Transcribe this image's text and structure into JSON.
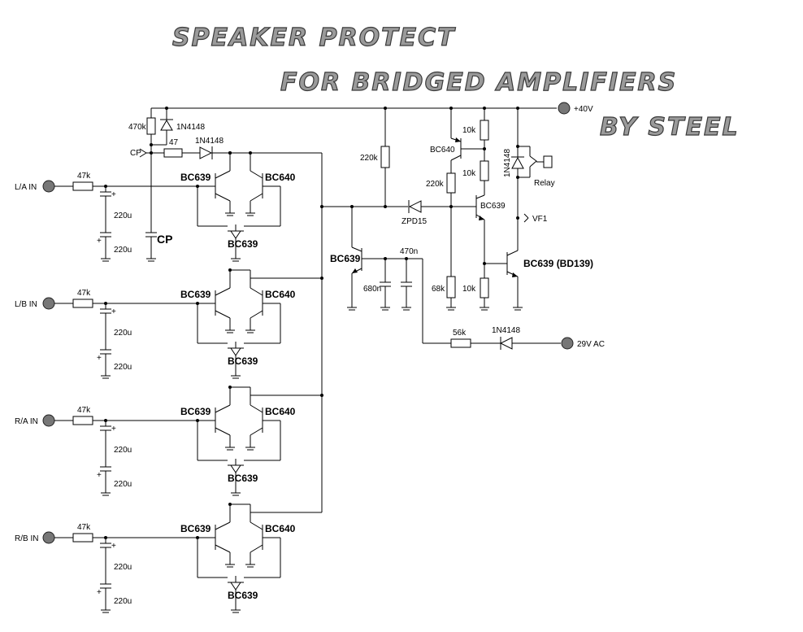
{
  "title": {
    "line1": "SPEAKER PROTECT",
    "line2": "FOR BRIDGED AMPLIFIERS",
    "line3": "BY STEEL"
  },
  "power": {
    "plus40": "+40V",
    "ac29": "29V AC"
  },
  "components": {
    "r470k": "470k",
    "d_top": "1N4148",
    "cp_pin": "CP",
    "r47": "47",
    "d_cp": "1N4148",
    "cp_cap": "CP",
    "r220k_a": "220k",
    "r220k_b": "220k",
    "q_bc640": "BC640",
    "r10k_1": "10k",
    "r10k_2": "10k",
    "r10k_3": "10k",
    "d_relay": "1N4148",
    "relay": "Relay",
    "zener": "ZPD15",
    "q_bc639_mid": "BC639",
    "vf1": "VF1",
    "q_bc639_left": "BC639",
    "r470n": "470n",
    "c680n": "680n",
    "r68k": "68k",
    "q_driver": "BC639 (BD139)",
    "r56k": "56k",
    "d_ac": "1N4148"
  },
  "channels": [
    {
      "input": "L/A IN",
      "r": "47k",
      "c1": "220u",
      "c2": "220u",
      "q1": "BC639",
      "q2": "BC640",
      "q3": "BC639"
    },
    {
      "input": "L/B IN",
      "r": "47k",
      "c1": "220u",
      "c2": "220u",
      "q1": "BC639",
      "q2": "BC640",
      "q3": "BC639"
    },
    {
      "input": "R/A IN",
      "r": "47k",
      "c1": "220u",
      "c2": "220u",
      "q1": "BC639",
      "q2": "BC640",
      "q3": "BC639"
    },
    {
      "input": "R/B IN",
      "r": "47k",
      "c1": "220u",
      "c2": "220u",
      "q1": "BC639",
      "q2": "BC640",
      "q3": "BC639"
    }
  ]
}
